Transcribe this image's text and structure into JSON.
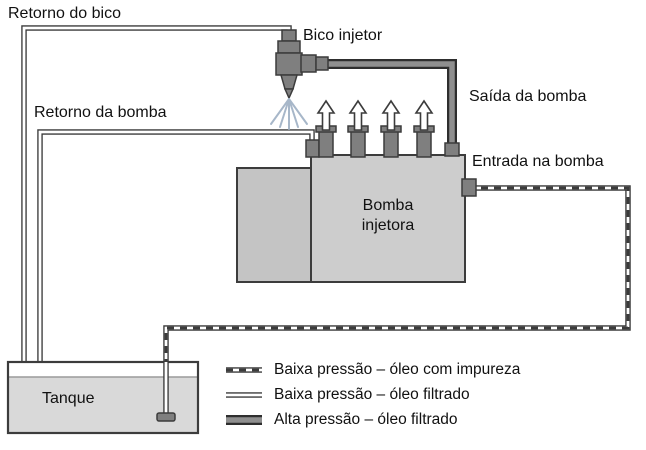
{
  "labels": {
    "retorno_bico": "Retorno do bico",
    "bico_injetor": "Bico injetor",
    "saida_bomba": "Saída da bomba",
    "retorno_bomba": "Retorno da bomba",
    "entrada_bomba": "Entrada na bomba",
    "bomba_injetora": "Bomba\ninjetora",
    "tanque": "Tanque"
  },
  "legend": [
    {
      "style": "dashed-double-line",
      "label": "Baixa pressão – óleo com impureza"
    },
    {
      "style": "double-line",
      "label": "Baixa pressão – óleo filtrado"
    },
    {
      "style": "thick-gray-bar",
      "label": "Alta pressão – óleo filtrado"
    }
  ],
  "colors": {
    "pipe-dark": "#3b3b3b",
    "hp-dark": "#2e2e2e",
    "hp-gray": "#8f8f8f",
    "pump-fill": "#cdcdcd",
    "governor-fill": "#c4c4c4",
    "fitting": "#7f7f7f",
    "tank-liquid": "#d9d9d9",
    "spray": "#a7b7c9",
    "line": "#3c3c3c",
    "text": "#111111"
  }
}
